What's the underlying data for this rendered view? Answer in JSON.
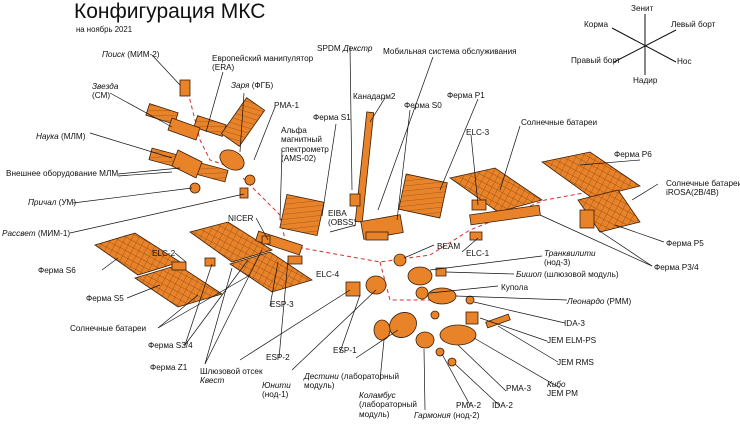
{
  "title": "Конфигурация МКС",
  "subtitle": "на ноябрь 2021",
  "compass": {
    "zenith": "Зенит",
    "nadir": "Надир",
    "bow": "Нос",
    "stern": "Корма",
    "port": "Левый борт",
    "starboard": "Правый борт"
  },
  "labels": {
    "poisk_name": "Поиск",
    "poisk_code": " (МИМ-2)",
    "era_line1": "Европейский манипулятор",
    "era_line2": "(ERA)",
    "zvezda_name": "Звезда",
    "zvezda_code": "(СМ)",
    "zarya_name": "Заря",
    "zarya_code": " (ФГБ)",
    "pma1": "PMA-1",
    "nauka_name": "Наука",
    "nauka_code": " (МЛМ)",
    "mlm_outfitting": "Внешнее оборудование МЛМ",
    "prichal_name": "Причал",
    "prichal_code": " (УМ)",
    "rassvet_name": "Рассвет",
    "rassvet_code": " (МИМ-1)",
    "ams_line1": "Альфа",
    "ams_line2": "магнитный",
    "ams_line3": "спектрометр",
    "ams_line4": "(AMS-02)",
    "truss_s1": "Ферма S1",
    "spdm_code": "SPDM ",
    "spdm_name": "Декстр",
    "mss": "Мобильная система обслуживания",
    "canadarm2": "Канадарм2",
    "truss_s0": "Ферма S0",
    "truss_p1": "Ферма P1",
    "elc3": "ELC-3",
    "solar_arrays_top": "Солнечные батареи",
    "truss_p6": "Ферма P6",
    "irosa_line1": "Солнечные батареи",
    "irosa_line2": "iROSA(2B/4B)",
    "truss_p5": "Ферма P5",
    "truss_p34": "Ферма P3/4",
    "nicer": "NICER",
    "eiba_line1": "EIBA",
    "eiba_line2": "(OBSS)",
    "beam": "BEAM",
    "elc1": "ELC-1",
    "tranquility_name": "Транквилити",
    "tranquility_code": "(нод-3)",
    "bishop_name": "Бишоп",
    "bishop_code": " (шлюзовой модуль)",
    "cupola": "Купола",
    "leonardo_name": "Леонардо",
    "leonardo_code": " (PMM)",
    "elc2": "ELC-2",
    "truss_s6": "Ферма S6",
    "elc4": "ELC-4",
    "truss_s5": "Ферма S5",
    "esp3": "ESP-3",
    "solar_arrays_bottom": "Солнечные батареи",
    "truss_s34": "Ферма S3/4",
    "truss_z1": "Ферма Z1",
    "esp2": "ESP-2",
    "esp1": "ESP-1",
    "quest_line1": "Шлюзовой отсек",
    "quest_name": "Квест",
    "unity_name": "Юнити",
    "unity_code": "(нод-1)",
    "destiny_name": "Дестини",
    "destiny_line1": " (лабораторный",
    "destiny_line2": "модуль)",
    "columbus_name": "Коламбус",
    "columbus_line2": "(лабораторный",
    "columbus_line3": "модуль)",
    "harmony_name": "Гармония",
    "harmony_code": " (нод-2)",
    "pma2": "PMA-2",
    "ida2": "IDA-2",
    "pma3": "PMA-3",
    "kibo_name": "Кибо",
    "kibo_pm": "JEM PM",
    "jem_rms": "JEM RMS",
    "jem_elmps": "JEM ELM-PS",
    "ida3": "IDA-3"
  },
  "colors": {
    "module_fill": "#e8832a",
    "module_dark": "#b8621a",
    "outline": "#3a1e08",
    "axis_line": "#d43030",
    "leader": "#111111"
  }
}
